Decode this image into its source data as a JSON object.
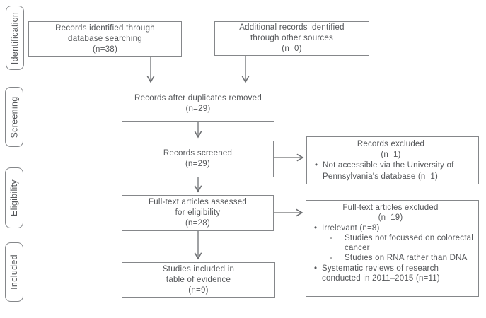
{
  "colors": {
    "border": "#85878a",
    "arrow": "#6d6f72",
    "text": "#55575a"
  },
  "stages": [
    {
      "label": "Identification"
    },
    {
      "label": "Screening"
    },
    {
      "label": "Eligibility"
    },
    {
      "label": "Included"
    }
  ],
  "boxes": {
    "identified": {
      "text": "Records identified through\ndatabase searching\n(n=38)"
    },
    "additional": {
      "text": "Additional records identified\nthrough other sources\n(n=0)"
    },
    "duplicates_removed": {
      "text": "Records after duplicates removed\n(n=29)"
    },
    "screened": {
      "text": "Records screened\n(n=29)"
    },
    "records_excluded": {
      "title": "Records excluded\n(n=1)",
      "bullets": [
        {
          "marker": "•",
          "text": "Not accessible via the University of Pennsylvania's database (n=1)"
        }
      ]
    },
    "fulltext_assessed": {
      "text": "Full-text articles assessed\nfor eligibility\n(n=28)"
    },
    "fulltext_excluded": {
      "title": "Full-text articles excluded\n(n=19)",
      "items": [
        {
          "marker": "•",
          "text": "Irrelevant (n=8)"
        },
        {
          "marker": "-",
          "text": "Studies not focussed on colorectal cancer"
        },
        {
          "marker": "-",
          "text": "Studies on RNA rather than DNA"
        },
        {
          "marker": "•",
          "text": "Systematic reviews of research conducted in 2011–2015 (n=11)"
        }
      ]
    },
    "included": {
      "text": "Studies included in\ntable of evidence\n(n=9)"
    }
  }
}
